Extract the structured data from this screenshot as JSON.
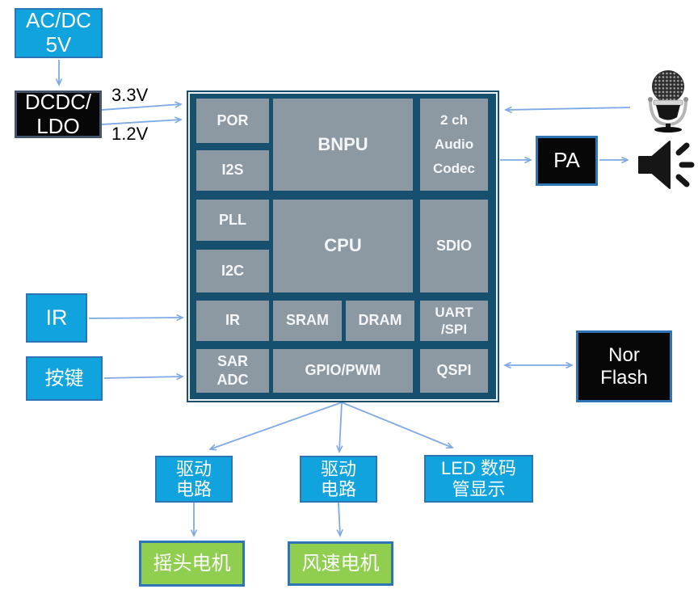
{
  "boxes": {
    "acdc": "AC/DC\n5V",
    "dcdc": "DCDC/\nLDO",
    "ir_remote": "IR",
    "keys": "按键",
    "pa": "PA",
    "nor_flash": "Nor\nFlash",
    "drive_circuit_1": "驱动\n电路",
    "drive_circuit_2": "驱动\n电路",
    "led_display": "LED 数码\n管显示",
    "swing_motor": "摇头电机",
    "fan_speed_motor": "风速电机"
  },
  "voltage_labels": {
    "v33": "3.3V",
    "v12": "1.2V"
  },
  "chip_blocks": {
    "por": "POR",
    "i2s": "I2S",
    "pll": "PLL",
    "i2c": "I2C",
    "ir": "IR",
    "sar_adc": "SAR\nADC",
    "bnpu": "BNPU",
    "cpu": "CPU",
    "sram": "SRAM",
    "dram": "DRAM",
    "gpio_pwm": "GPIO/PWM",
    "audio_codec": "2 ch\nAudio\nCodec",
    "sdio": "SDIO",
    "uart_spi": "UART\n/SPI",
    "qspi": "QSPI"
  },
  "icons": {
    "microphone": "microphone-icon",
    "speaker": "speaker-icon"
  },
  "colors": {
    "box_cyan": "#11a3de",
    "box_green": "#90ce4f",
    "box_black": "#070707",
    "border_blue": "#2e75b6",
    "chip_background": "#17506f",
    "chip_block_gray": "#8c98a2",
    "arrow_blue": "#7fa9e6"
  }
}
